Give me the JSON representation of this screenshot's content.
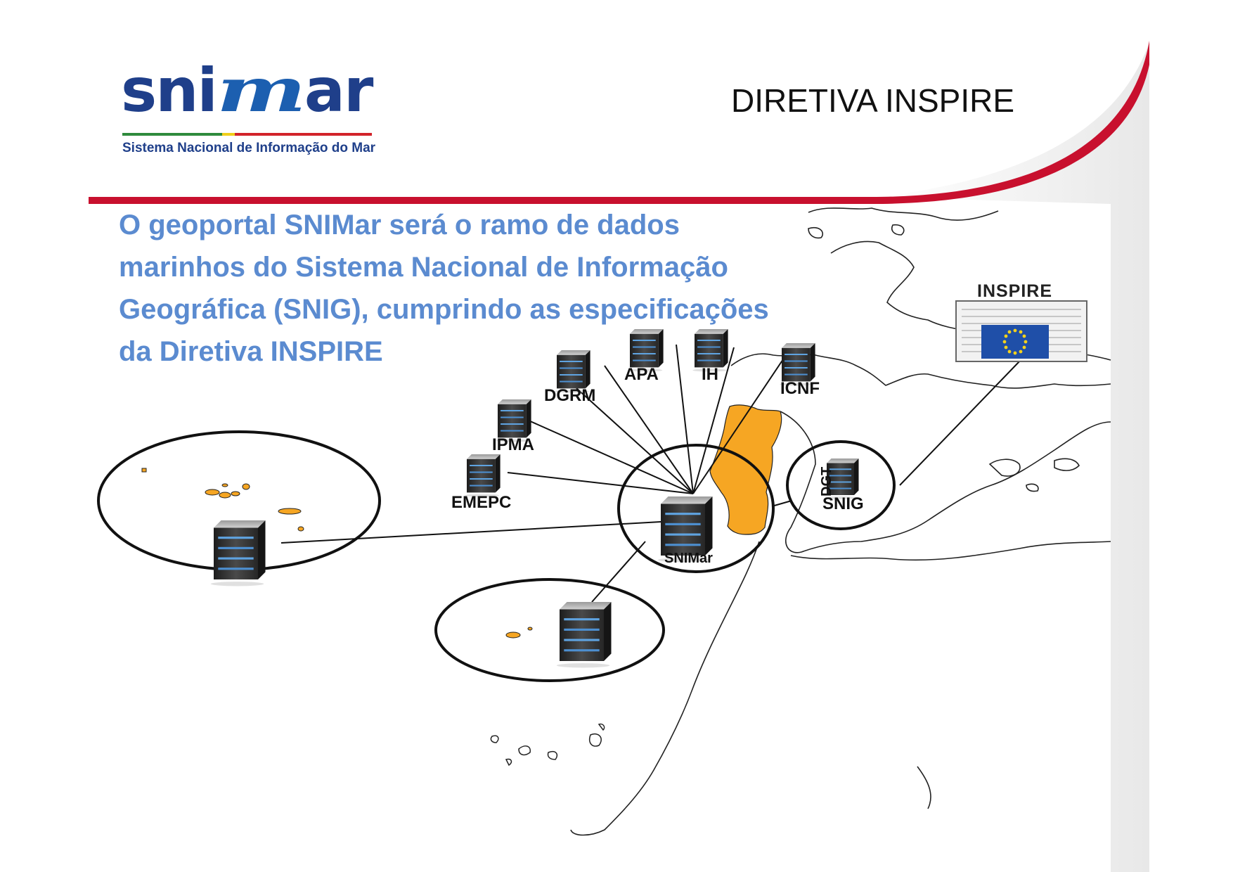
{
  "logo": {
    "wordmark_left": "sni",
    "wordmark_mark": "m",
    "wordmark_right": "ar",
    "tagline": "Sistema Nacional de Informação do Mar"
  },
  "slide_title": "DIRETIVA INSPIRE",
  "intro_lines": [
    "O geoportal SNIMar será o ramo de dados",
    "marinhos do Sistema Nacional de Informação",
    "Geográfica (SNIG), cumprindo as especificações",
    "da Diretiva INSPIRE"
  ],
  "diagram": {
    "nodes": {
      "apa": "APA",
      "ih": "IH",
      "dgrm": "DGRM",
      "icnf": "ICNF",
      "ipma": "IPMA",
      "emepc": "EMEPC",
      "snimar": "SNIMar",
      "snig": "SNIG",
      "dgt": "DGT"
    },
    "inspire_label": "INSPIRE"
  },
  "colors": {
    "accent_red": "#c8102e",
    "portugal_fill": "#f6a623",
    "text_blue": "#5b8bd0",
    "eu_blue": "#1f4fa8",
    "eu_star": "#f4d21c"
  }
}
